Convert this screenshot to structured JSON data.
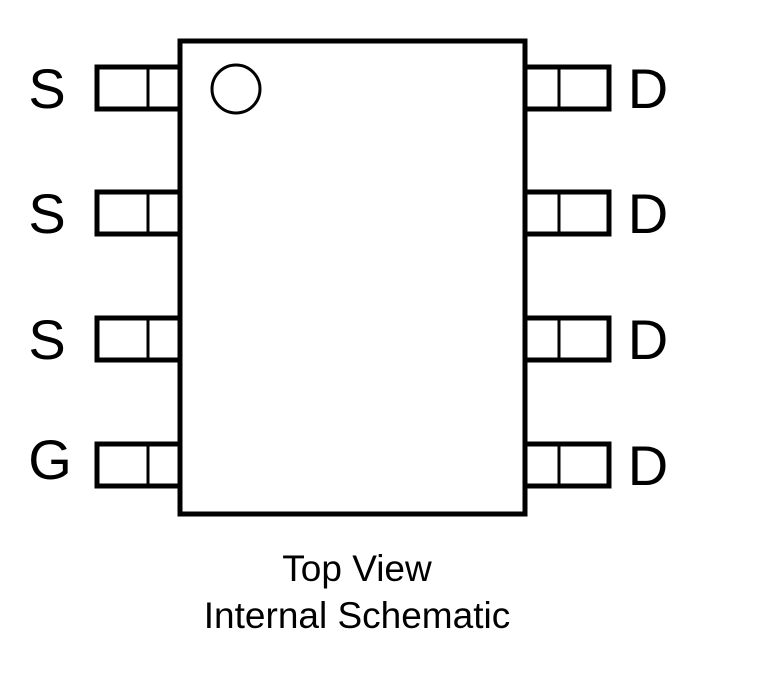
{
  "diagram": {
    "left_pins": [
      "S",
      "S",
      "S",
      "G"
    ],
    "right_pins": [
      "D",
      "D",
      "D",
      "D"
    ],
    "caption_line1": "Top View",
    "caption_line2": "Internal Schematic"
  }
}
